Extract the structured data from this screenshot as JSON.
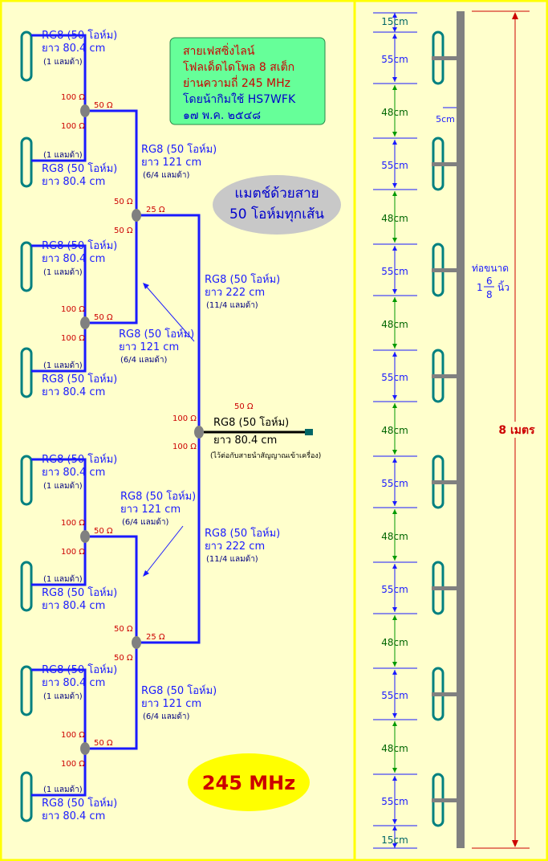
{
  "title_box": {
    "line1": "สายเฟสซิ่งไลน์",
    "line2": "โฟลเด็ดไดโพล 8 สเต็ก",
    "line3": "ย่านความถี่ 245 MHz",
    "line4": "โดยน้ากิมใช้ HS7WFK",
    "line5": "๑๗ พ.ค. ๒๕๔๘"
  },
  "match_note": {
    "line1": "แมตช์ด้วยสาย",
    "line2": "50 โอห์มทุกเส้น"
  },
  "freq_badge": "245 MHz",
  "cable_labels": {
    "rg8": "RG8",
    "ohm50": "(50 โอห์ม)",
    "len_804": "ยาว 80.4 cm",
    "len_121": "ยาว 121 cm",
    "len_222": "ยาว 222 cm",
    "one_lambda": "(1 แลมด้า)",
    "six_four_lambda": "(6/4 แลมด้า)",
    "eleven_four_lambda": "(11/4 แลมด้า)"
  },
  "impedances": {
    "r100": "100 Ω",
    "r50": "50 Ω",
    "r25": "25 Ω"
  },
  "feed": {
    "cable": "RG8 (50 โอห์ม)",
    "length": "ยาว 80.4 cm",
    "note": "(ไว้ต่อกับสายนำสัญญาณเข้าเครื่อง)",
    "impedance": "50 Ω"
  },
  "mast": {
    "top_gap": "15cm",
    "bottom_gap": "15cm",
    "element_spacing": "55cm",
    "gap_spacing": "48cm",
    "offset": "5cm",
    "pipe_label": "ท่อขนาด",
    "pipe_whole": "1",
    "pipe_num": "6",
    "pipe_den": "8",
    "pipe_unit": "นิ้ว",
    "height": "8 เมตร"
  },
  "colors": {
    "cable": "#1a1aff",
    "dipole": "#008080",
    "mast": "#808080",
    "frame": "#ffff00",
    "badge": "#ffff00"
  }
}
